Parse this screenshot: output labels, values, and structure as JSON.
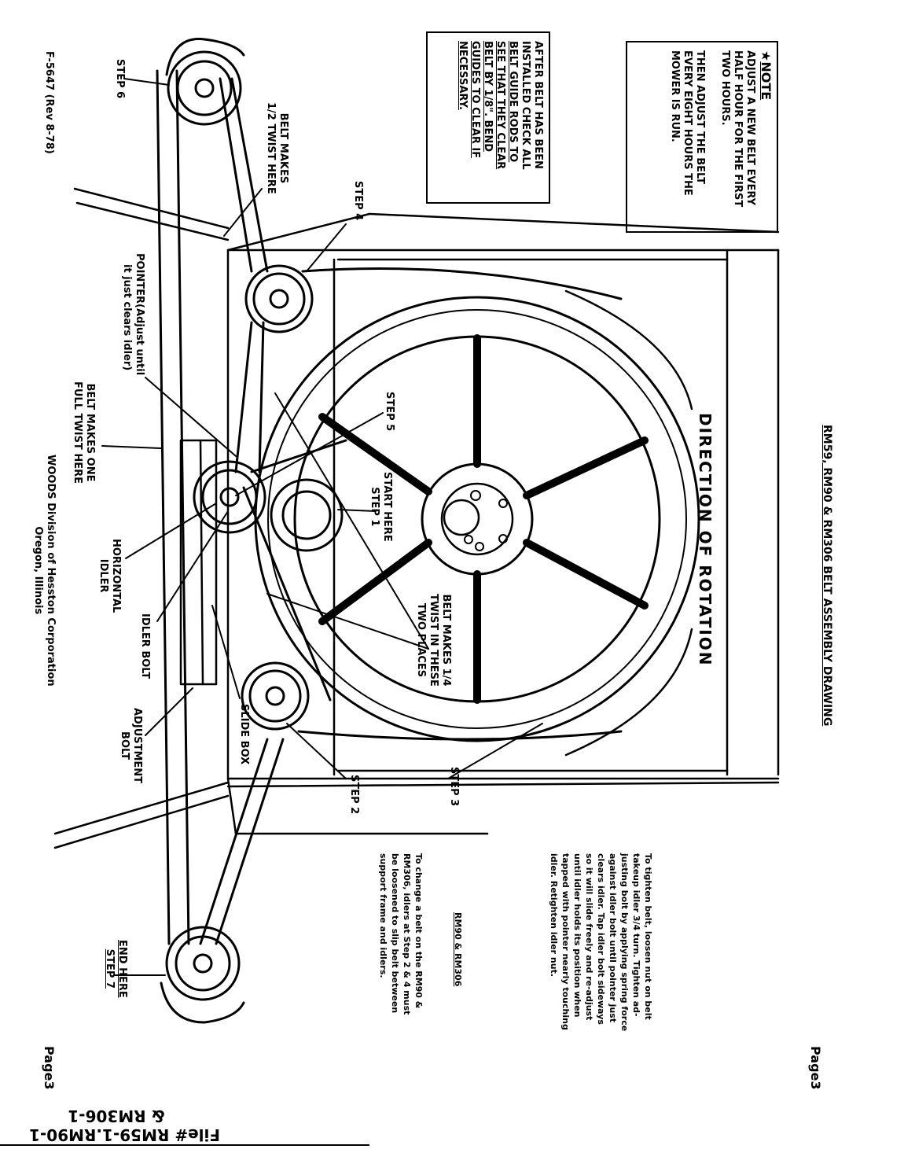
{
  "doc": {
    "title": "RM59, RM90 & RM306 BELT ASSEMBLY DRAWING",
    "page_top": "Page3",
    "page_bottom": "Page3",
    "form_no": "F-5647 (Rev 8-78)",
    "file_line1": "File# RM59-1.RM90-1",
    "file_line2": "& RM306-1",
    "company_line1": "WOODS Division of Hesston Corporation",
    "company_line2": "Oregon, Illinois"
  },
  "note_box": {
    "heading": "NOTE",
    "line1": "ADJUST A NEW BELT EVERY",
    "line2": "HALF HOUR FOR THE FIRST",
    "line3": "TWO HOURS.",
    "line4": "THEN ADJUST THE BELT",
    "line5": "EVERY EIGHT HOURS THE",
    "line6": "MOWER IS RUN."
  },
  "guide_box": {
    "line1": "AFTER BELT HAS BEEN",
    "line2": "INSTALLED CHECK ALL",
    "line3": "BELT GUIDE RODS TO",
    "line4": "SEE THAT THEY CLEAR",
    "line5": "BELT BY 1/8\". BEND",
    "line6": "GUIDES TO CLEAR IF",
    "line7": "NECESSARY."
  },
  "labels": {
    "direction": "DIRECTION OF ROTATION",
    "step6": "STEP 6",
    "half_twist_1": "BELT MAKES",
    "half_twist_2": "1/2 TWIST HERE",
    "step4": "STEP 4",
    "pointer_1": "POINTER(Adjust until",
    "pointer_2": "it just clears idler)",
    "full_twist_1": "BELT MAKES ONE",
    "full_twist_2": "FULL TWIST HERE",
    "step5": "STEP 5",
    "start_1": "START HERE",
    "start_2": "STEP 1",
    "quarter_1": "BELT MAKES 1/4",
    "quarter_2": "TWIST IN THESE",
    "quarter_3": "TWO PLACES",
    "horiz_1": "HORIZONTAL",
    "horiz_2": "IDLER",
    "idler_bolt": "IDLER BOLT",
    "slide_box": "SLIDE BOX",
    "adj_1": "ADJUSTMENT",
    "adj_2": "BOLT",
    "step2": "STEP 2",
    "step3": "STEP 3",
    "end_1": "END HERE",
    "end_2": "STEP 7"
  },
  "instructions": {
    "p1_l1": "To tighten belt, loosen nut on belt",
    "p1_l2": "takeup idler 3/4 turn. Tighten ad-",
    "p1_l3": "justing bolt by applying spring force",
    "p1_l4": "against idler bolt until pointer just",
    "p1_l5": "clears idler. Tap idler bolt sideways",
    "p1_l6": "so it will slide freely and re-adjust",
    "p1_l7": "until idler holds its position when",
    "p1_l8": "tapped with pointer nearly touching",
    "p1_l9": "idler. Retighten idler nut.",
    "heading2": "RM90 & RM306",
    "p2_l1": "To change a belt on the RM90 &",
    "p2_l2": "RM306, idlers at Step 2 & 4 must",
    "p2_l3": "be loosened to slip belt between",
    "p2_l4": "support frame and idlers."
  }
}
